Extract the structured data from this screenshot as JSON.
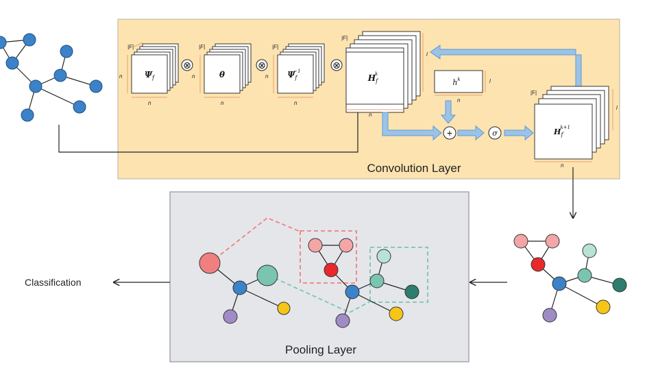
{
  "convolution": {
    "title": "Convolution Layer",
    "blocks": [
      {
        "symbol": "Ψ",
        "sub": "f",
        "sup": "",
        "top_label": "|F|",
        "side_label": "n",
        "bottom_label": "n"
      },
      {
        "symbol": "θ",
        "sub": "",
        "sup": "",
        "top_label": "|F|",
        "side_label": "n",
        "bottom_label": "n"
      },
      {
        "symbol": "Ψ",
        "sub": "f",
        "sup": "−1",
        "top_label": "|F|",
        "side_label": "n",
        "bottom_label": "n"
      }
    ],
    "operators": [
      "⊗",
      "⊗",
      "⊗"
    ],
    "h_block": {
      "symbol": "H",
      "sub": "f",
      "sup": "k",
      "top_label": "|F|",
      "side_label": "l",
      "bottom_label": "n"
    },
    "bias_block": {
      "symbol": "h",
      "sup": "k",
      "side_label": "l",
      "bottom_label": "n"
    },
    "plus_symbol": "+",
    "sigma_symbol": "σ",
    "out_block": {
      "symbol": "H",
      "sub": "f",
      "sup": "k+1",
      "top_label": "|F|",
      "side_label": "l",
      "bottom_label": "n"
    }
  },
  "pooling": {
    "title": "Pooling Layer"
  },
  "classification": {
    "label": "Classification"
  },
  "colors": {
    "conv_bg": "#fde3b0",
    "conv_border": "#b8b0a0",
    "pool_bg": "#e4e6ea",
    "pool_border": "#7e8088",
    "arrow_blue": "#9cc3e6",
    "arrow_blue_edge": "#5b9bd5",
    "node_blue": "#3b82c8",
    "node_pink": "#f4a6a6",
    "node_salmon": "#f08080",
    "node_red": "#e8282a",
    "node_mint": "#b8e3d4",
    "node_teal": "#7ac5b0",
    "node_darkteal": "#2e7d6e",
    "node_purple": "#a08cc4",
    "node_yellow": "#f5c518",
    "red_dashed": "#f08080",
    "teal_dashed": "#7ac5b0"
  }
}
